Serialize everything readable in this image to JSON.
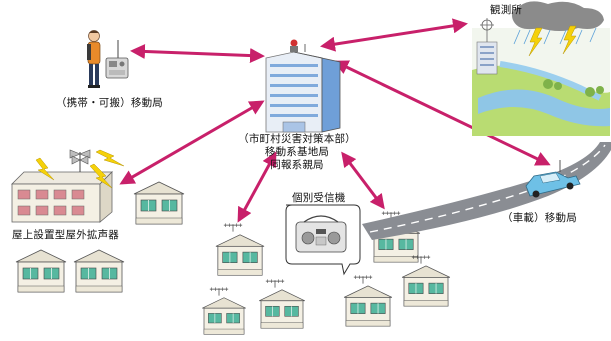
{
  "labels": {
    "portable_station": "（携帯・可搬）移動局",
    "observatory": "観測所",
    "hq_line1": "（市町村災害対策本部）",
    "hq_line2": "移動系基地局",
    "hq_line3": "同報系親局",
    "rooftop_speaker": "屋上設置型屋外拡声器",
    "individual_receiver": "個別受信機",
    "vehicle_station": "（車載）移動局"
  },
  "colors": {
    "arrow": "#c8206a",
    "building_blue": "#6f9fd8",
    "building_light": "#e8eef6",
    "house_wall": "#f4f0e4",
    "house_roof": "#e7e2d2",
    "window": "#57b8a0",
    "lightning": "#f5d10a",
    "water": "#8fc6e6",
    "grass": "#b9dc72",
    "road": "#8a8d93",
    "car": "#6ec0e6"
  },
  "icons": {
    "person": "person-icon",
    "radio": "radio-icon",
    "car": "car-icon",
    "lightning": "lightning-icon",
    "speaker": "speaker-icon"
  }
}
